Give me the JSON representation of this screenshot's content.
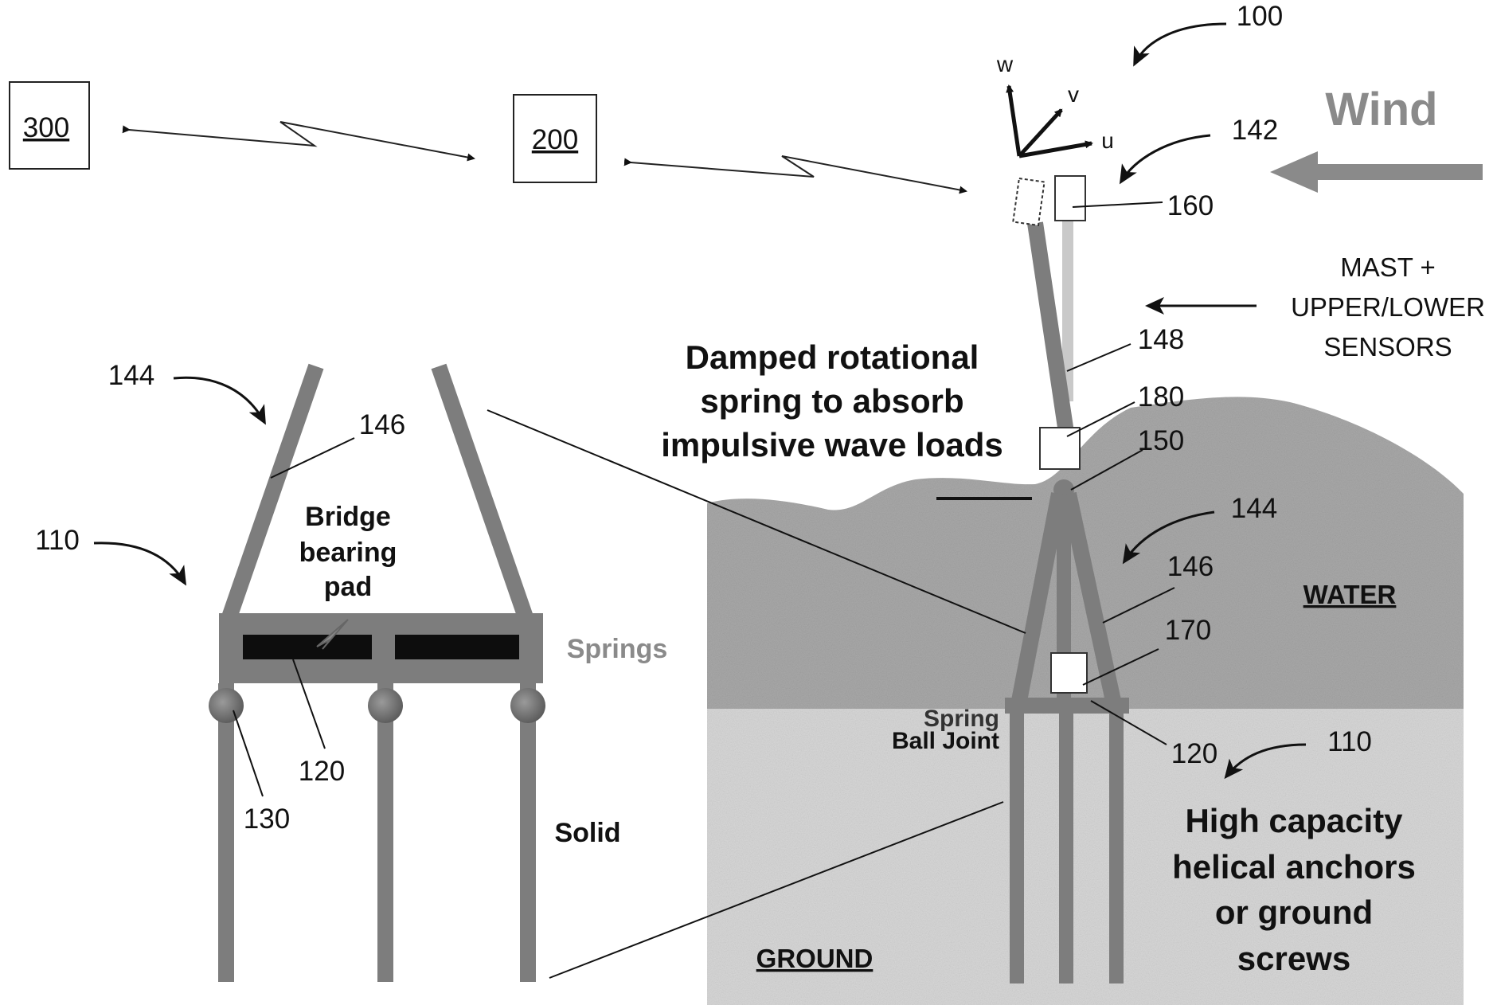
{
  "refs": {
    "r100": "100",
    "r142": "142",
    "r160": "160",
    "r148": "148",
    "r180": "180",
    "r150": "150",
    "r144_right": "144",
    "r146_right": "146",
    "r170": "170",
    "r120_right": "120",
    "r110_right": "110",
    "r144_left": "144",
    "r146_left": "146",
    "r110_left": "110",
    "r120_left": "120",
    "r130": "130"
  },
  "boxes": {
    "box300": "300",
    "box200": "200"
  },
  "axes": {
    "w": "w",
    "v": "v",
    "u": "u"
  },
  "labels": {
    "wind": "Wind",
    "mast_line1": "MAST +",
    "mast_line2": "UPPER/LOWER",
    "mast_line3": "SENSORS",
    "damped_line1": "Damped rotational",
    "damped_line2": "spring to absorb",
    "damped_line3": "impulsive wave loads",
    "water": "WATER",
    "ground": "GROUND",
    "spring_ball_line1": "Spring",
    "spring_ball_line2": "Ball Joint",
    "anchors_line1": "High capacity",
    "anchors_line2": "helical anchors",
    "anchors_line3": "or ground",
    "anchors_line4": "screws",
    "bridge_line1": "Bridge",
    "bridge_line2": "bearing",
    "bridge_line3": "pad",
    "springs": "Springs",
    "solid": "Solid"
  },
  "colors": {
    "structure": "#7d7d7d",
    "water": "#a9a9a9",
    "ground": "#d6d6d6",
    "wind": "#8a8a8a",
    "pad": "#0d0d0d"
  }
}
